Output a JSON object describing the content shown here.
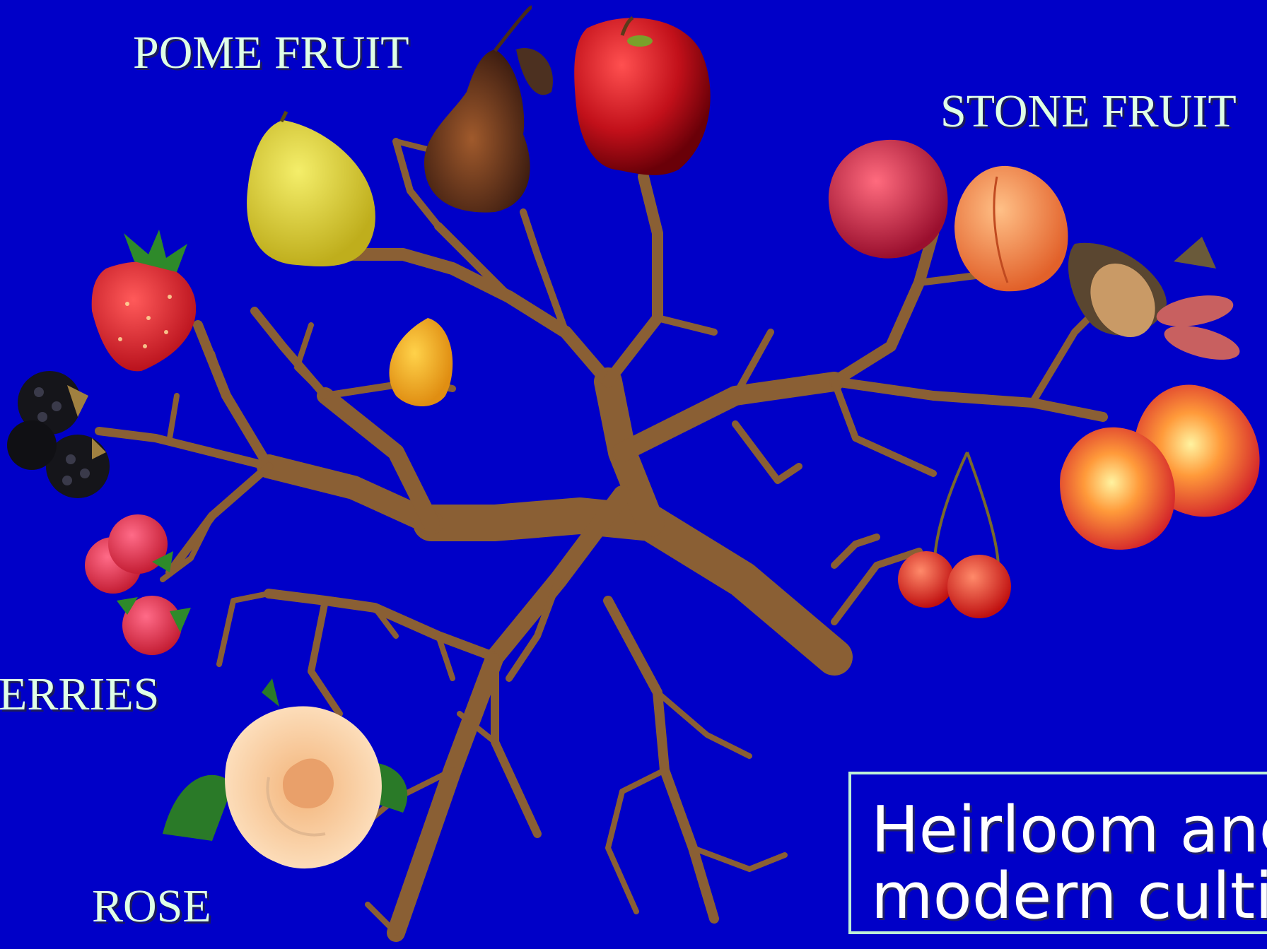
{
  "labels": {
    "pome": "POME FRUIT",
    "stone": "STONE FRUIT",
    "berries": "ERRIES",
    "rose": "ROSE"
  },
  "caption": {
    "line1": "Heirloom and",
    "line2": "modern cultiv"
  },
  "colors": {
    "background": "#0000c8",
    "branch": "#8a5f34",
    "label_text": "#dfffe6",
    "caption_border": "#bff0d8"
  },
  "items": [
    "quince",
    "pear",
    "apple",
    "loquat",
    "strawberry",
    "blackberry",
    "raspberry",
    "rose",
    "plum",
    "apricot",
    "almond",
    "cherry",
    "peach"
  ]
}
